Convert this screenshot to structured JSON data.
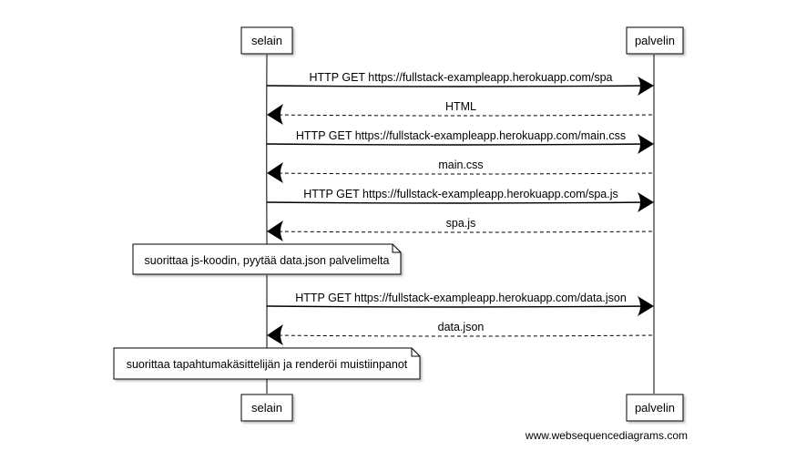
{
  "participants": {
    "left": "selain",
    "right": "palvelin"
  },
  "messages": [
    {
      "label": "HTTP GET https://fullstack-exampleapp.herokuapp.com/spa",
      "direction": "right",
      "style": "solid"
    },
    {
      "label": "HTML",
      "direction": "left",
      "style": "dashed"
    },
    {
      "label": "HTTP GET https://fullstack-exampleapp.herokuapp.com/main.css",
      "direction": "right",
      "style": "solid"
    },
    {
      "label": "main.css",
      "direction": "left",
      "style": "dashed"
    },
    {
      "label": "HTTP GET https://fullstack-exampleapp.herokuapp.com/spa.js",
      "direction": "right",
      "style": "solid"
    },
    {
      "label": "spa.js",
      "direction": "left",
      "style": "dashed"
    },
    {
      "label": "HTTP GET https://fullstack-exampleapp.herokuapp.com/data.json",
      "direction": "right",
      "style": "solid"
    },
    {
      "label": "data.json",
      "direction": "left",
      "style": "dashed"
    }
  ],
  "notes": [
    {
      "text": "suorittaa js-koodin, pyytää data.json palvelimelta"
    },
    {
      "text": "suorittaa tapahtumakäsittelijän ja renderöi muistiinpanot"
    }
  ],
  "footer": "www.websequencediagrams.com"
}
